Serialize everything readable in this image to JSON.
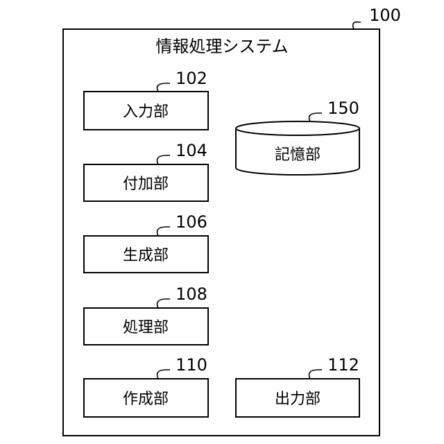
{
  "system": {
    "ref": "100",
    "title": "情報処理システム"
  },
  "units": {
    "input": {
      "ref": "102",
      "label": "入力部"
    },
    "add": {
      "ref": "104",
      "label": "付加部"
    },
    "generate": {
      "ref": "106",
      "label": "生成部"
    },
    "process": {
      "ref": "108",
      "label": "処理部"
    },
    "create": {
      "ref": "110",
      "label": "作成部"
    },
    "output": {
      "ref": "112",
      "label": "出力部"
    },
    "storage": {
      "ref": "150",
      "label": "記憶部"
    }
  }
}
